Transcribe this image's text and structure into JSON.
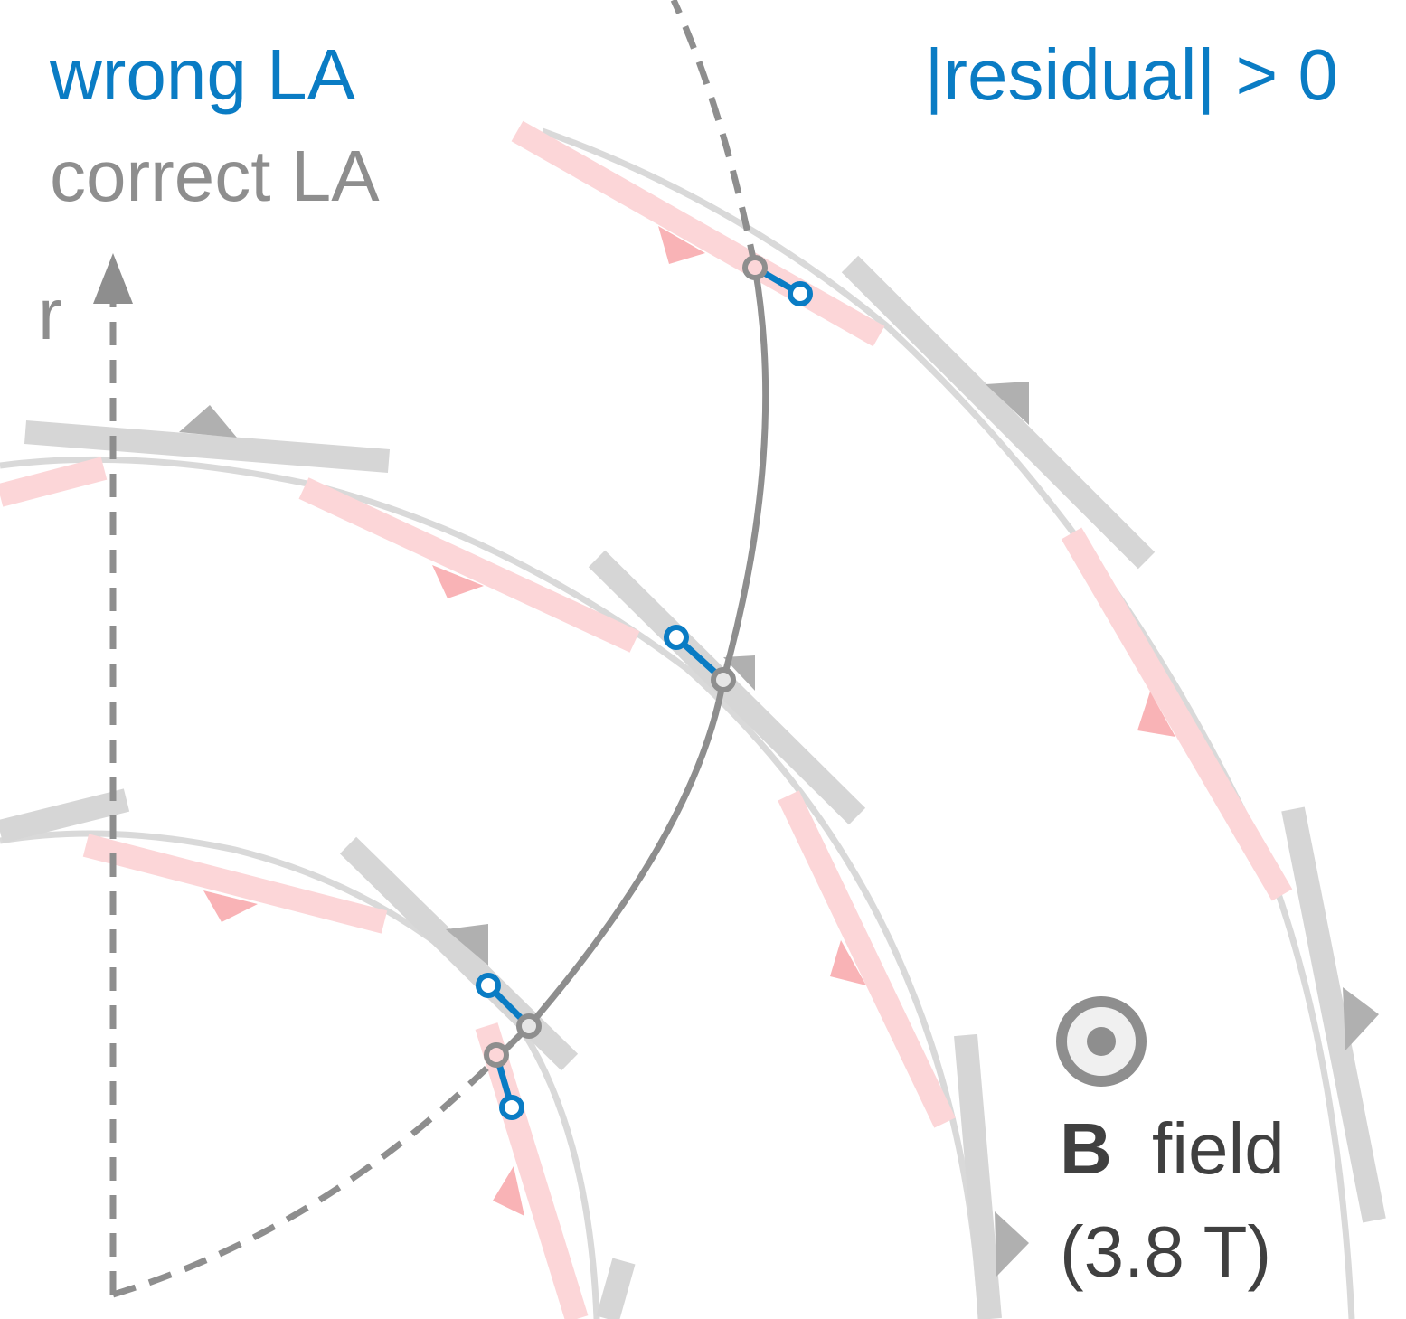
{
  "legend": {
    "wrong": "wrong LA",
    "correct": "correct LA",
    "residual": "|residual| > 0"
  },
  "axis": {
    "r_label": "r"
  },
  "field": {
    "symbol": "B",
    "word": "field",
    "value": "(3.8 T)"
  },
  "colors": {
    "wrong": "#0a7cc4",
    "correct": "#8e8e8e",
    "module_correct": "#d6d6d6",
    "module_wrong": "#fcd6d8",
    "arrow_wrong": "#f9b3b6",
    "arrow_correct": "#b0b0b0",
    "track": "#8e8e8e",
    "text_dark": "#404040",
    "symbol_fill": "#f0f0f0"
  },
  "icons": {
    "field_symbol": "out-of-page-field-icon",
    "axis_arrow": "arrow-up-icon"
  }
}
